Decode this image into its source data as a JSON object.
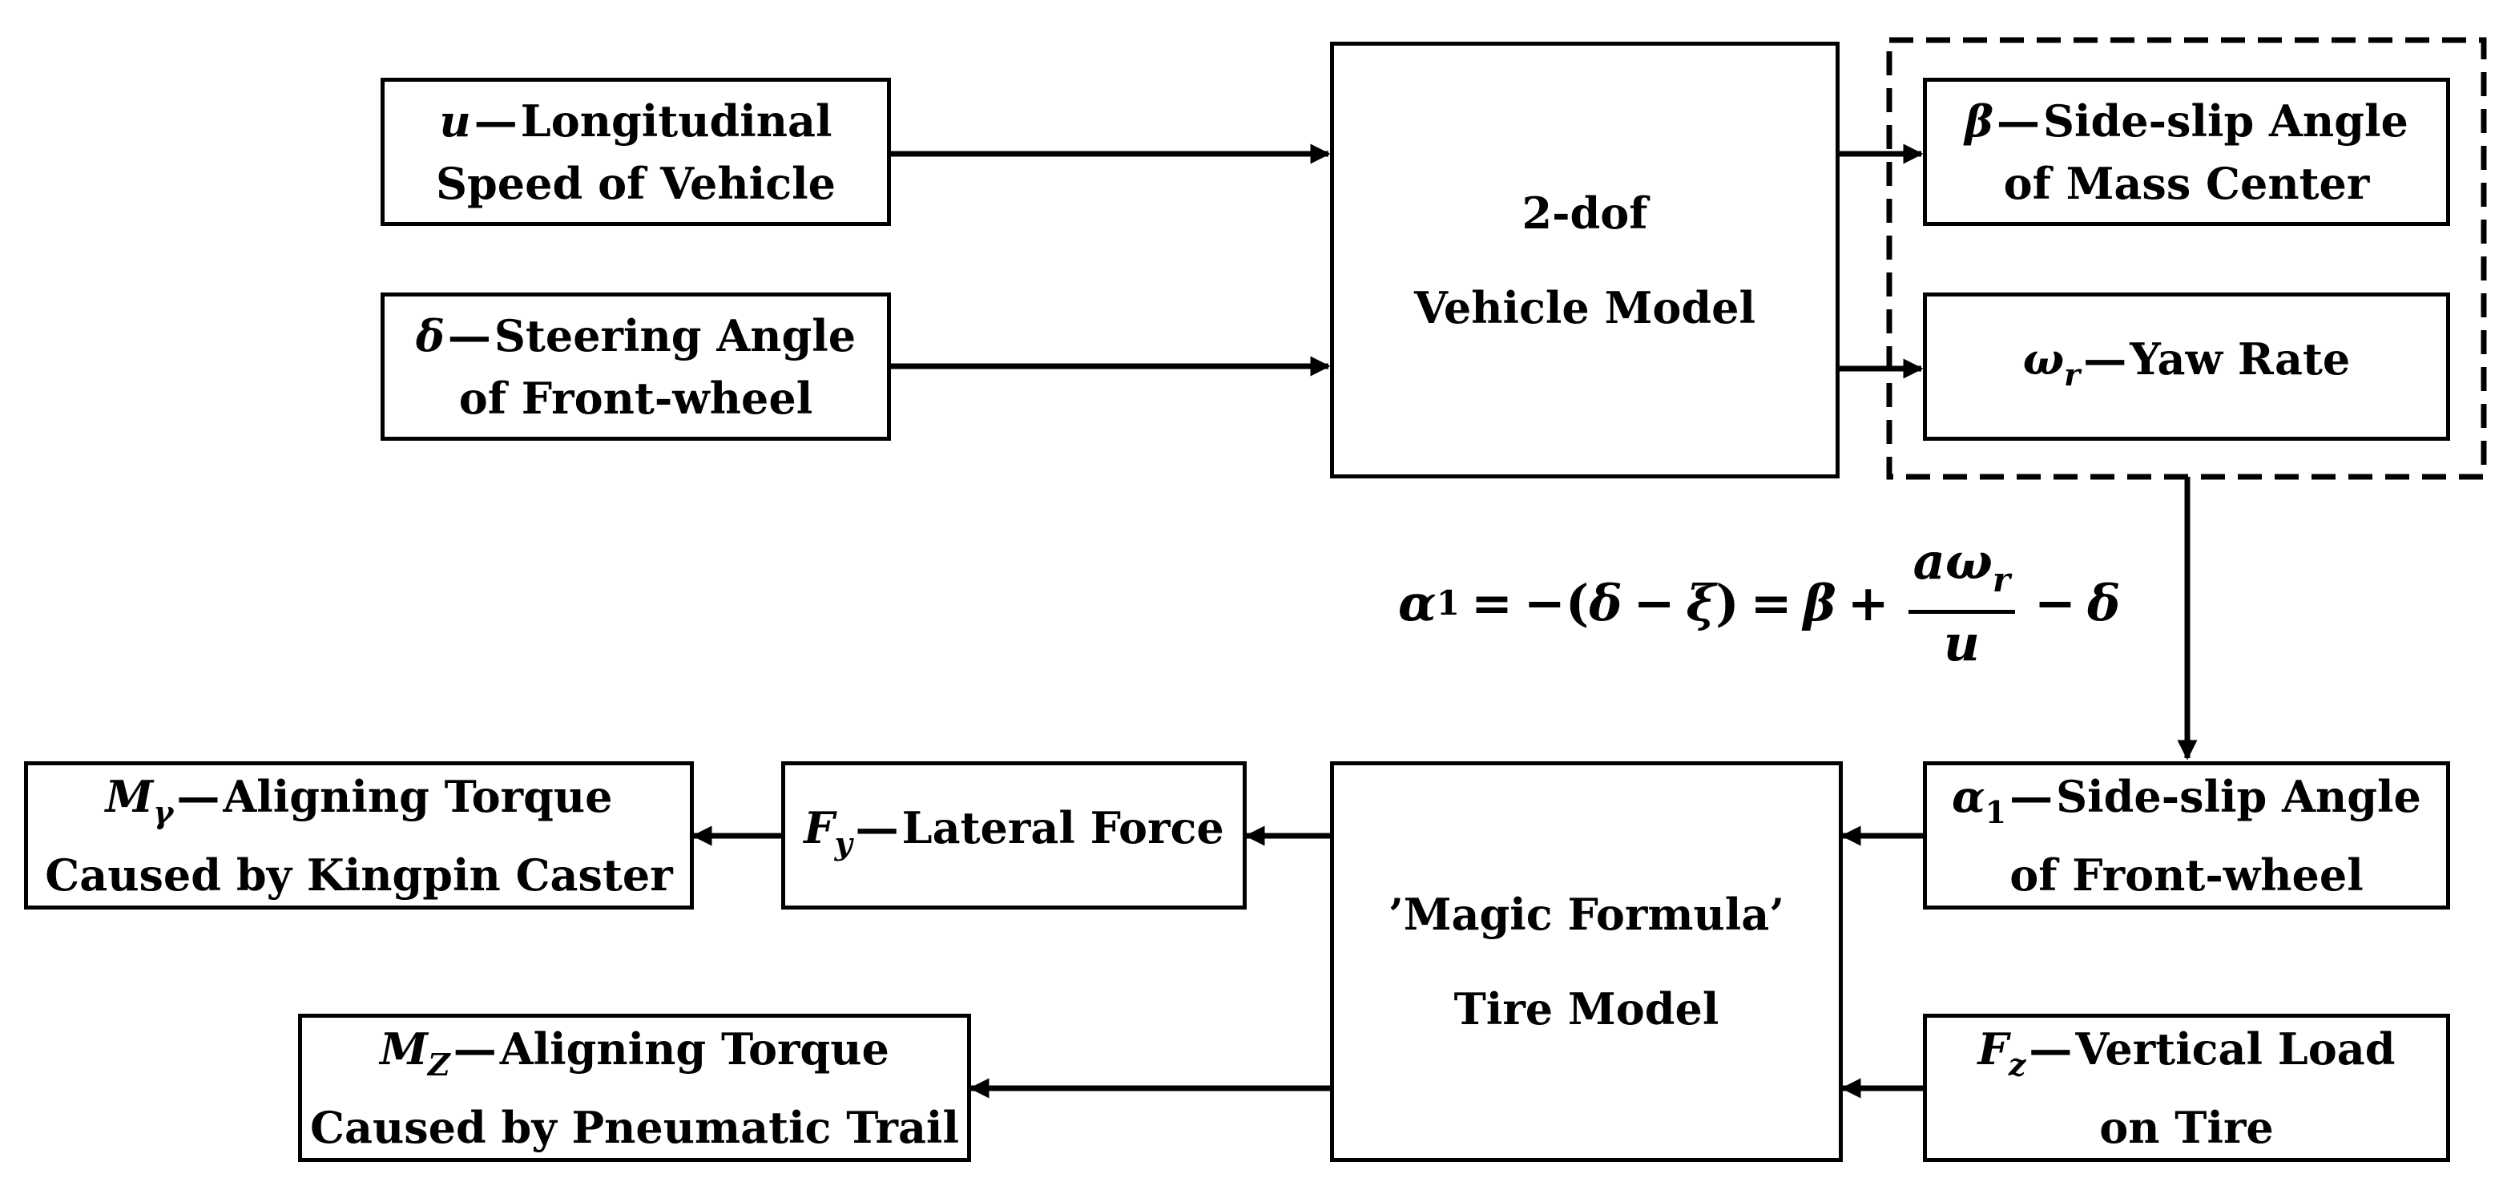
{
  "inputs": {
    "speed": {
      "symbol": "u",
      "line1": "Longitudinal",
      "line2": "Speed of Vehicle"
    },
    "steer": {
      "symbol": "δ",
      "line1": "Steering Angle",
      "line2": "of Front-wheel"
    }
  },
  "vehicle_model": {
    "line1": "2-dof",
    "line2": "Vehicle Model"
  },
  "outputs": {
    "beta": {
      "symbol": "β",
      "line1": "Side-slip Angle",
      "line2": "of Mass Center"
    },
    "yaw": {
      "symbol": "ω",
      "subscript": "r",
      "line1": "Yaw Rate"
    }
  },
  "formula": {
    "alpha": "α",
    "alpha_sub": "1",
    "eq1": "=",
    "rhs1": "−(",
    "delta": "δ",
    "minus": "−",
    "xi": "ξ",
    "close": ")",
    "eq2": "=",
    "beta": "β",
    "plus": "+",
    "num_a": "a",
    "num_omega": "ω",
    "num_sub": "r",
    "den": "u",
    "minus2": "−",
    "delta2": "δ"
  },
  "tire_inputs": {
    "alpha": {
      "symbol": "α",
      "subscript": "1",
      "line1": "Side-slip Angle",
      "line2": "of Front-wheel"
    },
    "fz": {
      "symbol": "F",
      "subscript": "z",
      "line1": "Vertical Load",
      "line2": "on Tire"
    }
  },
  "tire_model": {
    "line1": "’Magic Formula’",
    "line2": "Tire Model"
  },
  "tire_outputs": {
    "fy": {
      "symbol": "F",
      "subscript": "y",
      "line1": "Lateral Force"
    },
    "mgamma": {
      "symbol": "M",
      "subscript": "γ",
      "line1": "Aligning Torque",
      "line2": "Caused by Kingpin Caster"
    },
    "mz": {
      "symbol": "M",
      "subscript": "Z",
      "line1": "Aligning Torque",
      "line2": "Caused by Pneumatic Trail"
    }
  },
  "dash": "—"
}
